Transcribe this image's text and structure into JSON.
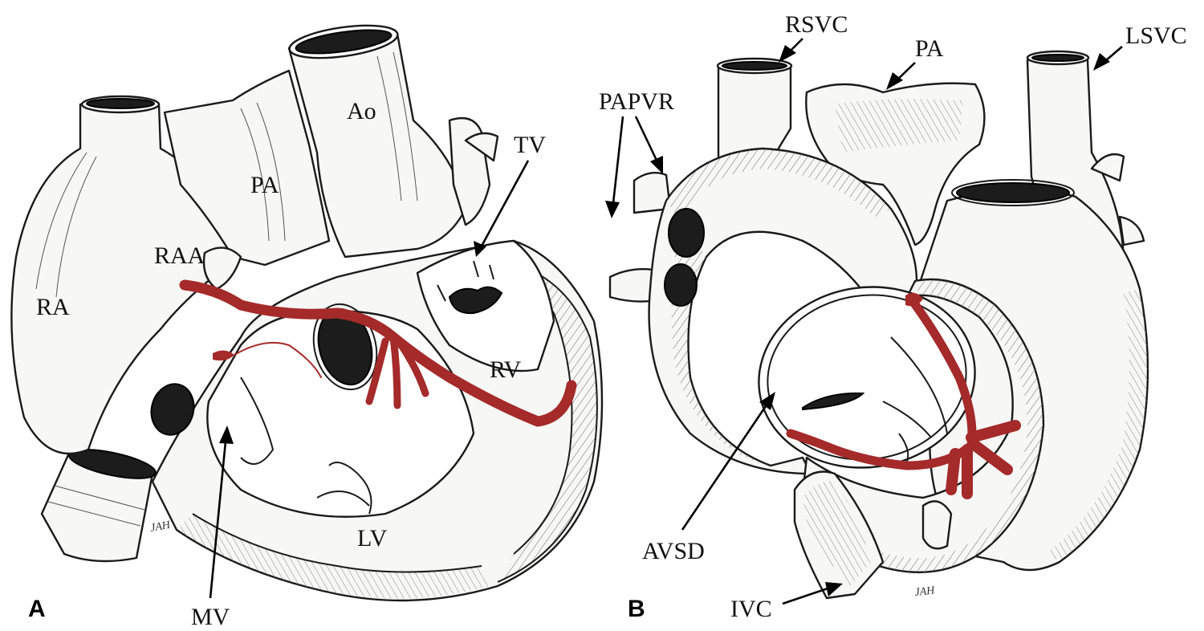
{
  "colors": {
    "conduction_tissue": "#a52a2a",
    "ink": "#1a1a1a",
    "background": "#ffffff"
  },
  "panel_a": {
    "letter": "A",
    "labels": {
      "ra": "RA",
      "raa": "RAA",
      "pa": "PA",
      "ao": "Ao",
      "tv": "TV",
      "rv": "RV",
      "lv": "LV",
      "mv": "MV"
    },
    "signature": "JAH"
  },
  "panel_b": {
    "letter": "B",
    "labels": {
      "rsvc": "RSVC",
      "pa": "PA",
      "lsvc": "LSVC",
      "papvr": "PAPVR",
      "avsd": "AVSD",
      "ivc": "IVC"
    },
    "signature": "JAH"
  }
}
